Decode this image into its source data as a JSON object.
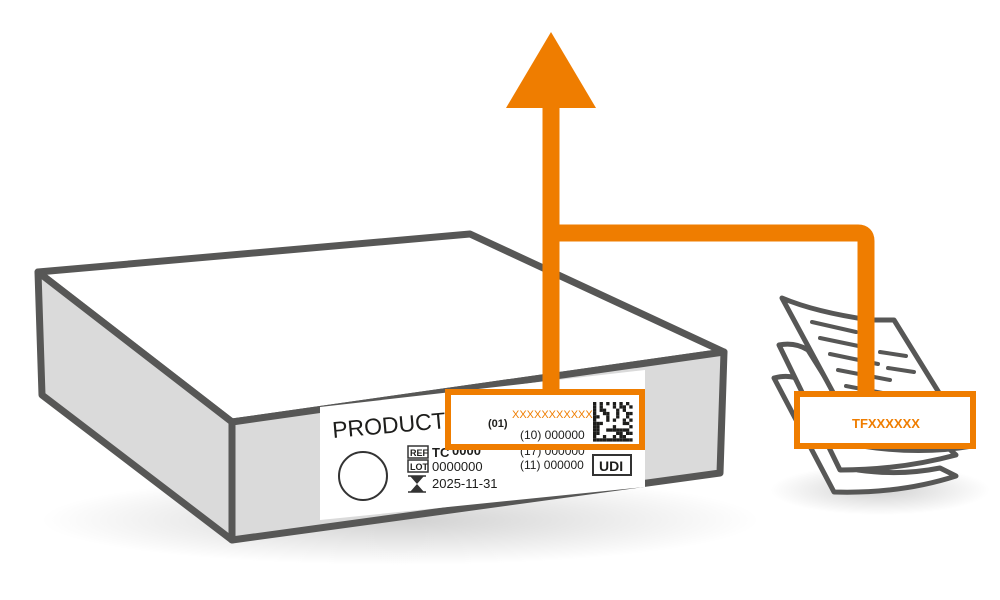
{
  "colors": {
    "accent": "#ef7d00",
    "outline": "#575756",
    "box_top": "#ffffff",
    "box_side": "#dadada",
    "label_bg": "#ffffff",
    "text": "#1d1d1b"
  },
  "label": {
    "product": "PRODUCT",
    "ref_symbol": "REF",
    "ref_value": "TC",
    "ref_value_hidden": "0000",
    "lot_symbol": "LOT",
    "lot_value": "0000000",
    "expiry_symbol": "hourglass-icon",
    "expiry_value": "2025-11-31",
    "gtin_prefix": "(01)",
    "gtin_value": "XXXXXXXXXXX",
    "ai10": "(10) 000000",
    "ai17": "(17) 000000",
    "ai11": "(11) 000000",
    "udi_badge": "UDI",
    "barcode_icon": "datamatrix-icon"
  },
  "document": {
    "code": "TFXXXXXX"
  }
}
